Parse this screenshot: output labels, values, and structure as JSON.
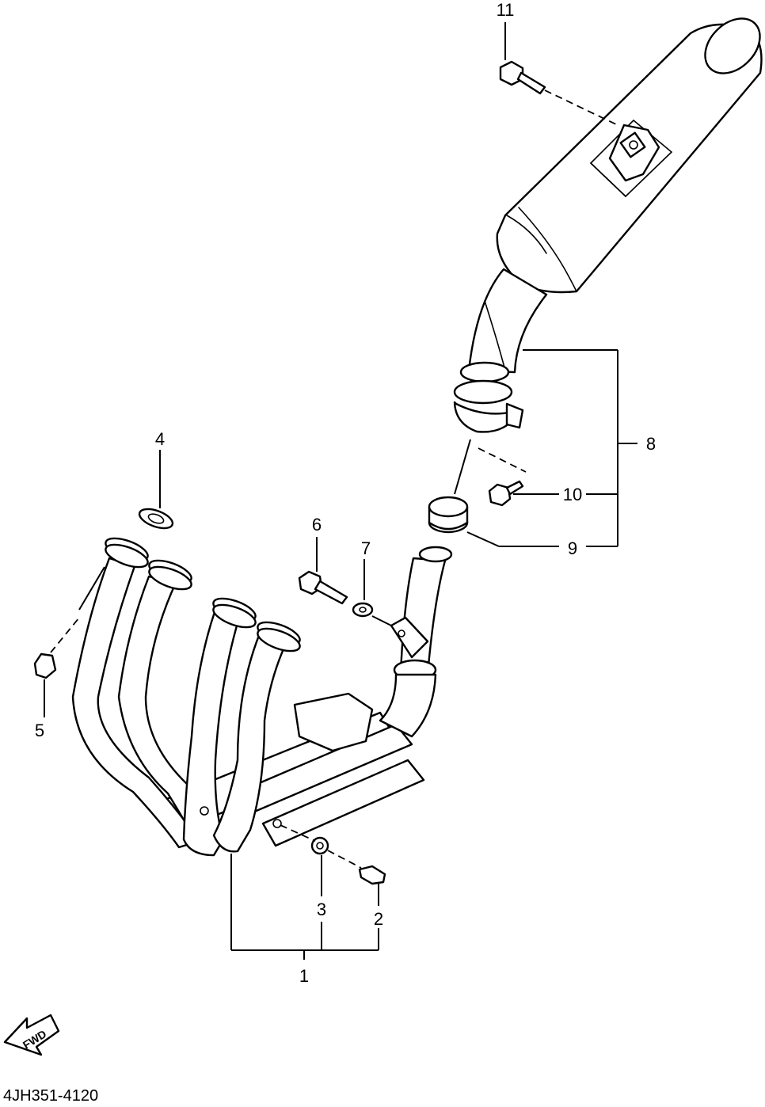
{
  "callouts": [
    "1",
    "2",
    "3",
    "4",
    "5",
    "6",
    "7",
    "8",
    "9",
    "10",
    "11"
  ],
  "fwd_label": "FWD",
  "diagram_code": "4JH351-4120"
}
